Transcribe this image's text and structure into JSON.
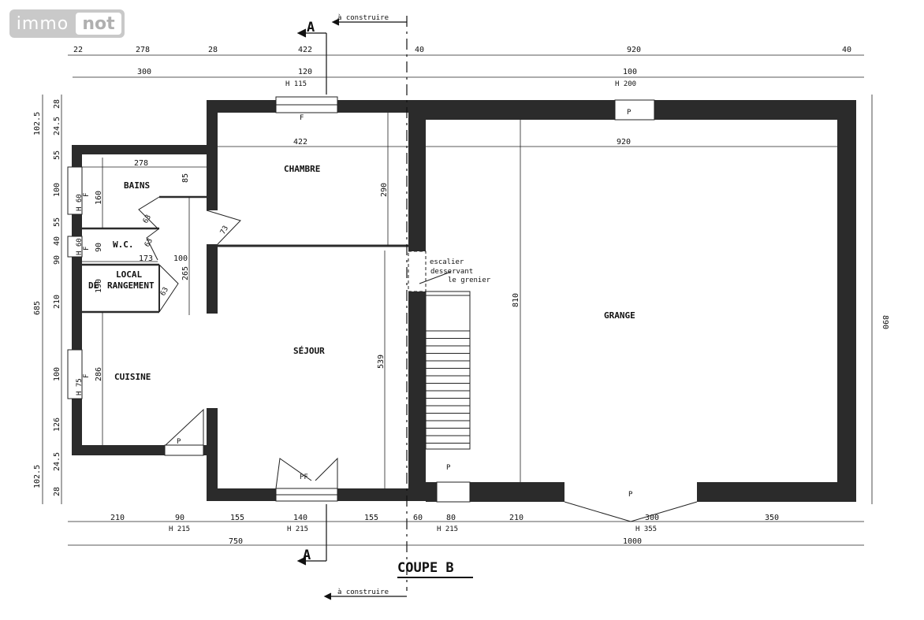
{
  "brand": {
    "part1": "immo",
    "part2": "not"
  },
  "section": {
    "a_mark": "A",
    "a_mark_bottom": "A",
    "b_label": "COUPE B",
    "to_build_top": "à construire",
    "to_build_bottom": "à construire"
  },
  "rooms": {
    "chambre": "CHAMBRE",
    "bains": "BAINS",
    "wc": "W.C.",
    "local": "LOCAL",
    "de": "DE",
    "rangement": "RANGEMENT",
    "cuisine": "CUISINE",
    "sejour": "SÉJOUR",
    "grange": "GRANGE"
  },
  "stair_note": [
    "escalier",
    "desservant",
    "le grenier"
  ],
  "top_dims_row1": [
    "22",
    "278",
    "28",
    "422",
    "40",
    "920",
    "40"
  ],
  "top_dims_row2": [
    "300",
    "120",
    "100"
  ],
  "top_heights": [
    "H 115",
    "H 200"
  ],
  "bottom_dims_row1": [
    "210",
    "90",
    "155",
    "140",
    "155",
    "60",
    "80",
    "210",
    "300",
    "350"
  ],
  "bottom_heights": [
    "H 215",
    "H 215",
    "H 215",
    "H 355"
  ],
  "bottom_totals": [
    "750",
    "1000"
  ],
  "left_outer": [
    "102.5",
    "685",
    "102.5"
  ],
  "left_inner": [
    "28",
    "24.5",
    "55",
    "100",
    "55",
    "40",
    "90",
    "210",
    "100",
    "126",
    "24.5",
    "28"
  ],
  "right_total": "890",
  "interior_dims": {
    "d422": "422",
    "d920": "920",
    "d278": "278",
    "d290": "290",
    "d539": "539",
    "d810": "810",
    "d160": "160",
    "d90": "90",
    "d173": "173",
    "d100": "100",
    "d265": "265",
    "d286": "286",
    "d190": "190",
    "d85": "85",
    "d63": "63",
    "d73": "73",
    "d63b": "63",
    "d63c": "63"
  },
  "window_labels": {
    "f": "F",
    "p": "P",
    "pf": "PF",
    "h60": "H 60",
    "h75": "H 75"
  }
}
